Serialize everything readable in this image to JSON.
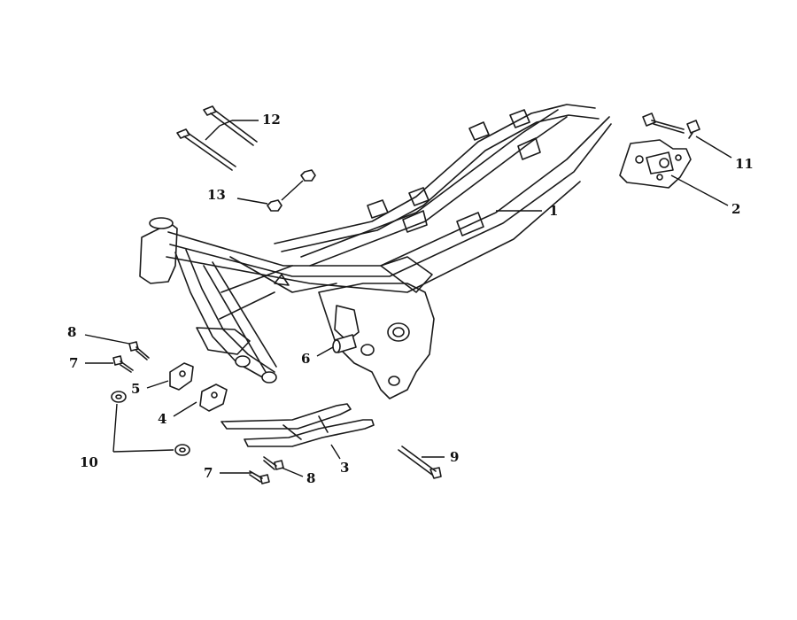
{
  "callouts": [
    {
      "id": "c1",
      "text": "1"
    },
    {
      "id": "c2",
      "text": "2"
    },
    {
      "id": "c3",
      "text": "3"
    },
    {
      "id": "c4",
      "text": "4"
    },
    {
      "id": "c5",
      "text": "5"
    },
    {
      "id": "c6",
      "text": "6"
    },
    {
      "id": "c7a",
      "text": "7"
    },
    {
      "id": "c7b",
      "text": "7"
    },
    {
      "id": "c8a",
      "text": "8"
    },
    {
      "id": "c8b",
      "text": "8"
    },
    {
      "id": "c9",
      "text": "9"
    },
    {
      "id": "c10",
      "text": "10"
    },
    {
      "id": "c11",
      "text": "11"
    },
    {
      "id": "c12",
      "text": "12"
    },
    {
      "id": "c13",
      "text": "13"
    }
  ],
  "colors": {
    "line": "#1a1a1a",
    "background": "#ffffff"
  }
}
